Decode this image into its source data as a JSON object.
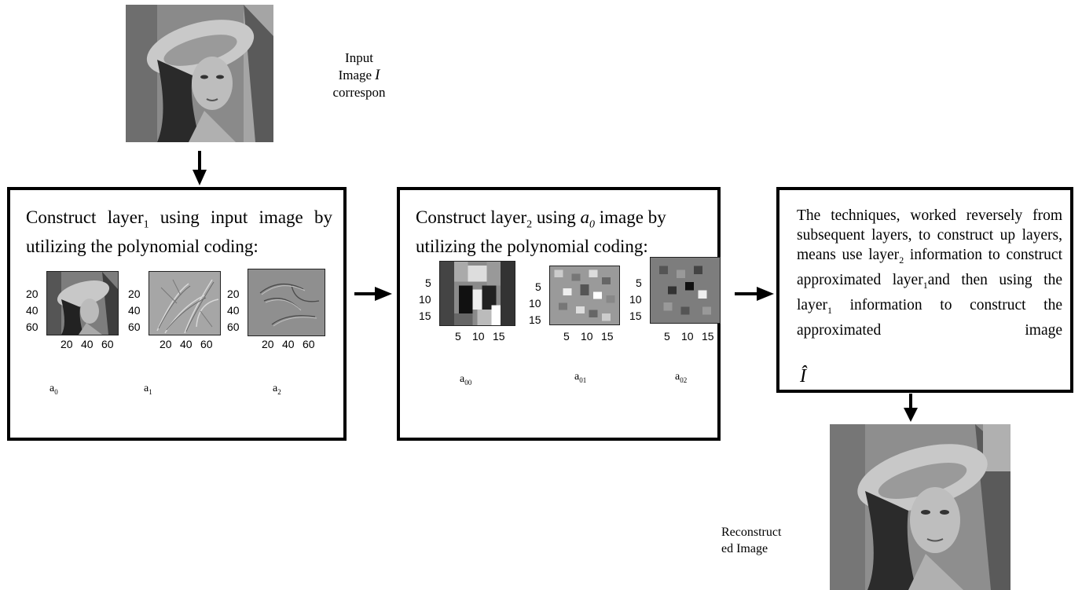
{
  "input": {
    "label_line1": "Input",
    "label_line2": "Image",
    "label_symbol": "I",
    "label_line3": "correspon"
  },
  "layer1": {
    "title_prefix": "Construct layer",
    "title_sub": "1",
    "title_rest": " using input image by utilizing the polynomial coding:",
    "plots": [
      {
        "caption": "a",
        "caption_sub": "0"
      },
      {
        "caption": "a",
        "caption_sub": "1"
      },
      {
        "caption": "a",
        "caption_sub": "2"
      }
    ],
    "y_ticks": [
      "20",
      "40",
      "60"
    ],
    "x_ticks": [
      "20",
      "40",
      "60"
    ]
  },
  "layer2": {
    "title_prefix": "Construct layer",
    "title_sub": "2",
    "title_mid": " using ",
    "title_var": "a",
    "title_var_sub": "0",
    "title_rest": " image by utilizing the polynomial coding:",
    "plots": [
      {
        "caption": "a",
        "caption_sub": "00"
      },
      {
        "caption": "a",
        "caption_sub": "01"
      },
      {
        "caption": "a",
        "caption_sub": "02"
      }
    ],
    "y_ticks": [
      "5",
      "10",
      "15"
    ],
    "x_ticks": [
      "5",
      "10",
      "15"
    ]
  },
  "reverse": {
    "line1": "The techniques, worked reversely from subsequent layers, to construct up layers, means use layer",
    "sub1": "2",
    "line2": " information to construct approximated layer",
    "sub2": "1",
    "line3": "and then using the layer",
    "sub3": "1",
    "line4": " information to construct the approximated image",
    "symbol": "Î"
  },
  "output": {
    "label_line1": "Reconstruct",
    "label_line2": "ed Image"
  }
}
